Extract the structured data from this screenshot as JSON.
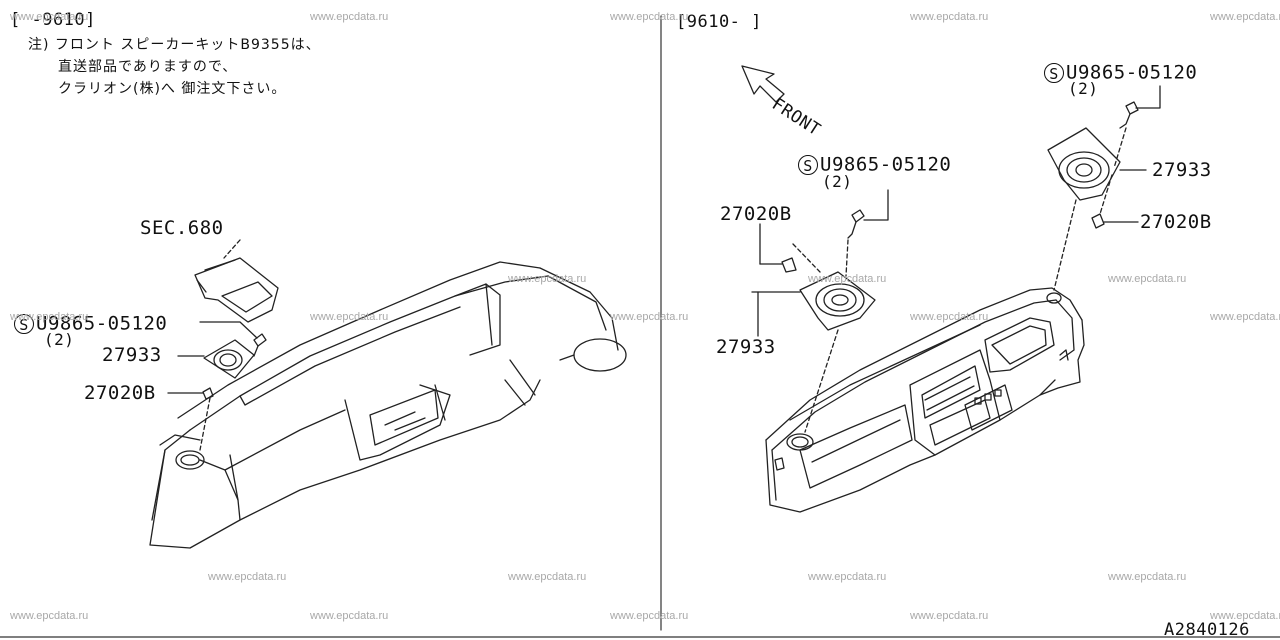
{
  "left_panel": {
    "period": "[  -9610]",
    "note_lines": [
      "注) フロント スピーカーキットB9355は、",
      "直送部品でありますので、",
      "クラリオン(株)へ 御注文下さい。"
    ],
    "callouts": {
      "sec": "SEC.680",
      "bolt_symbol": "S",
      "bolt": "U9865-05120",
      "bolt_qty": "(2)",
      "speaker": "27933",
      "clip": "27020B"
    }
  },
  "right_panel": {
    "period": "[9610-   ]",
    "front_label": "FRONT",
    "callouts": {
      "bolt_symbol_a": "S",
      "bolt_a": "U9865-05120",
      "bolt_a_qty": "(2)",
      "speaker_a": "27933",
      "clip_a": "27020B",
      "bolt_symbol_b": "S",
      "bolt_b": "U9865-05120",
      "bolt_b_qty": "(2)",
      "clip_b": "27020B",
      "speaker_b": "27933"
    }
  },
  "diagram_id": "A2840126",
  "watermark": "www.epcdata.ru"
}
